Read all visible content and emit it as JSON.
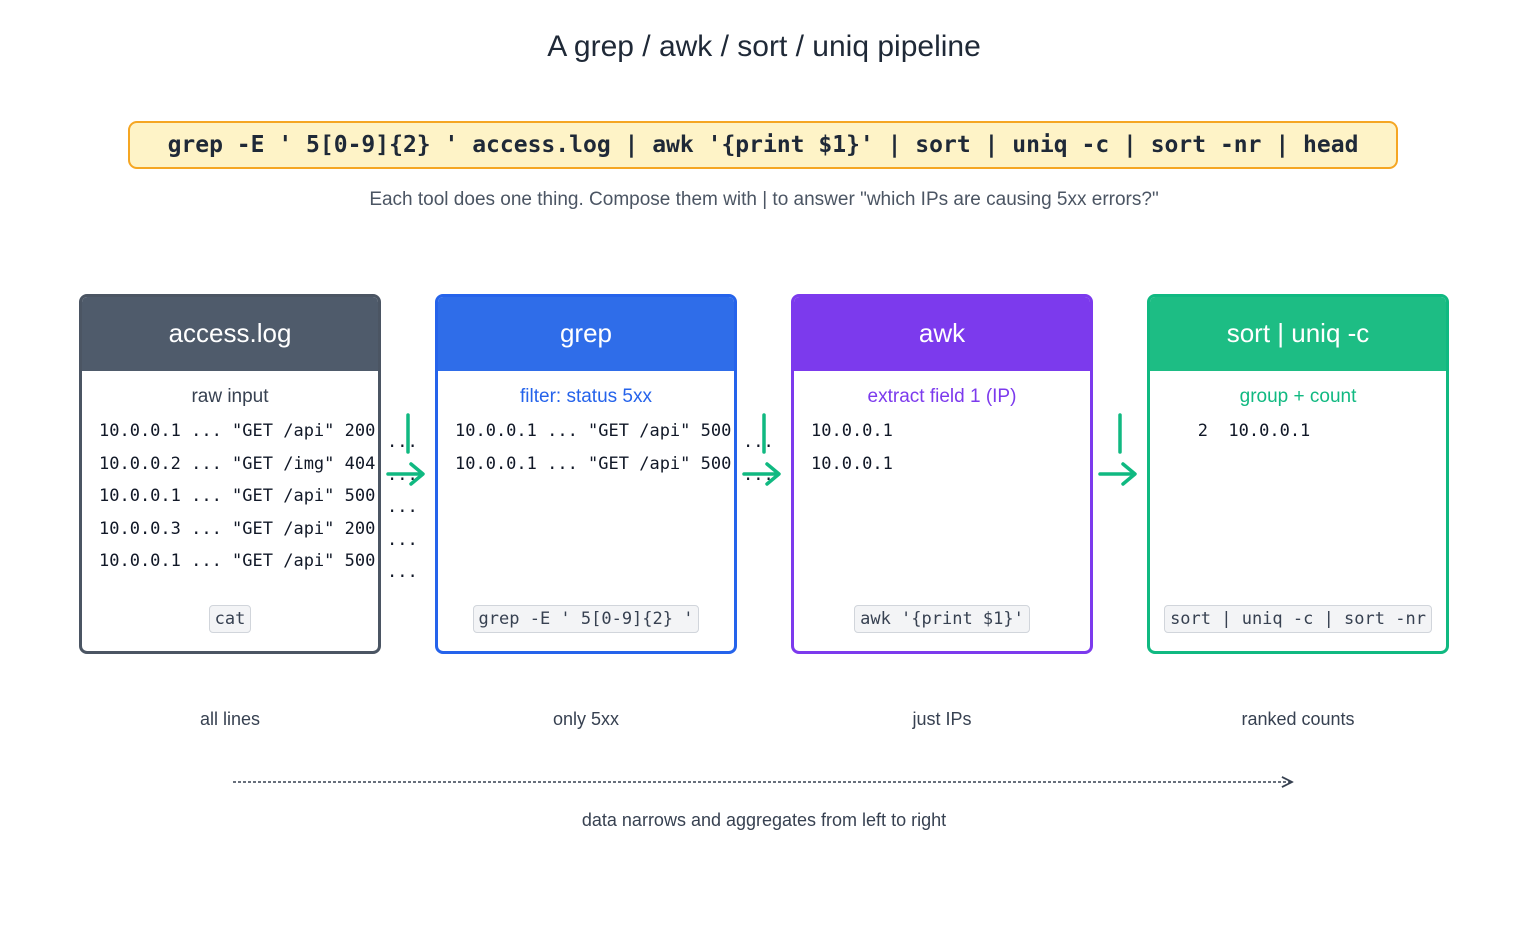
{
  "title": "A grep / awk / sort / uniq pipeline",
  "command": "grep -E ' 5[0-9]{2} ' access.log | awk '{print $1}' | sort | uniq -c | sort -nr | head",
  "subtitle": "Each tool does one thing.  Compose them with | to answer \"which IPs are causing 5xx errors?\"",
  "stages": [
    {
      "name": "access.log",
      "description": "raw input",
      "lines": [
        "10.0.0.1 ... \"GET /api\" 200",
        "10.0.0.2 ... \"GET /img\" 404",
        "10.0.0.1 ... \"GET /api\" 500",
        "10.0.0.3 ... \"GET /api\" 200",
        "10.0.0.1 ... \"GET /api\" 500"
      ],
      "overflow": [
        "...",
        "...",
        "...",
        "...",
        "..."
      ],
      "tool": "cat",
      "caption": "all lines",
      "color": "#4b5563",
      "head_color": "#4f5b6b"
    },
    {
      "name": "grep",
      "description": "filter:  status 5xx",
      "lines": [
        "10.0.0.1 ... \"GET /api\" 500",
        "10.0.0.1 ... \"GET /api\" 500"
      ],
      "overflow": [
        "...",
        "..."
      ],
      "tool": "grep -E ' 5[0-9]{2} '",
      "caption": "only 5xx",
      "color": "#2563eb",
      "head_color": "#2f6de9"
    },
    {
      "name": "awk",
      "description": "extract field 1 (IP)",
      "lines": [
        "10.0.0.1",
        "10.0.0.1"
      ],
      "overflow": [],
      "tool": "awk '{print $1}'",
      "caption": "just IPs",
      "color": "#7c3aed",
      "head_color": "#7c3aed"
    },
    {
      "name": "sort | uniq -c",
      "description": "group + count",
      "lines": [
        "   2  10.0.0.1"
      ],
      "overflow": [],
      "tool": "sort | uniq -c | sort -nr",
      "caption": "ranked counts",
      "color": "#10b981",
      "head_color": "#1dbd84"
    }
  ],
  "pipe_color": "#10b981",
  "flow_note": "data narrows and aggregates from left to right"
}
